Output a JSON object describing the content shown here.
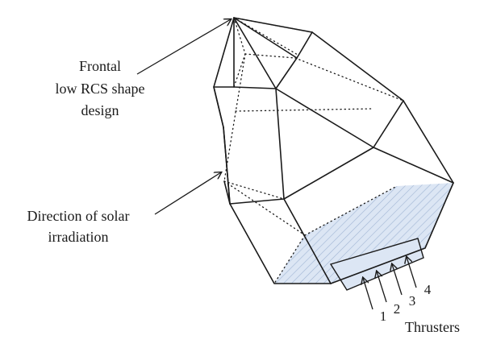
{
  "labels": {
    "frontal_line1": "Frontal",
    "frontal_line2": "low RCS shape",
    "frontal_line3": "design",
    "solar_line1": "Direction of solar",
    "solar_line2": "irradiation",
    "thrusters": "Thrusters"
  },
  "thruster_numbers": [
    "1",
    "2",
    "3",
    "4"
  ],
  "colors": {
    "outline": "#1a1a1a",
    "shaded_face_fill": "#dce6f4",
    "shaded_face_hatch": "#9fb4d3",
    "thruster_box_fill": "#dce6f4"
  }
}
